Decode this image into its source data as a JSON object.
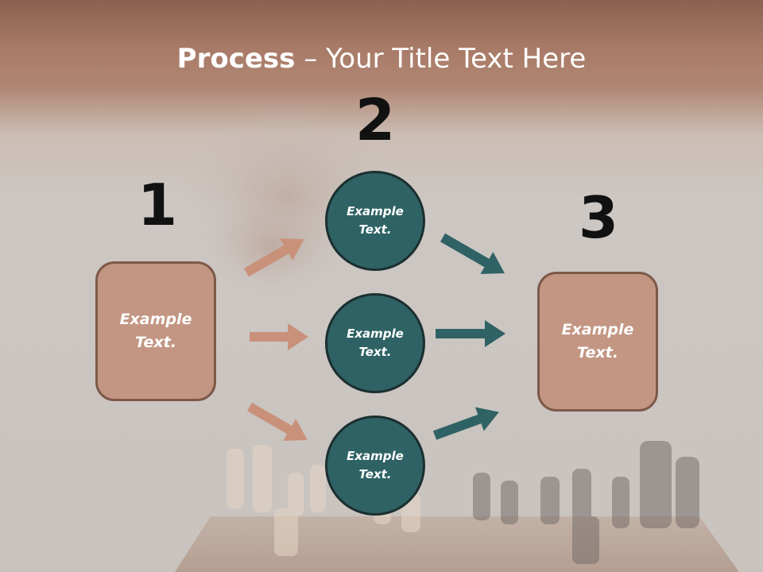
{
  "title": {
    "bold": "Process",
    "dash": " – ",
    "rest": "Your Title Text Here"
  },
  "steps": {
    "one": "1",
    "two": "2",
    "three": "3"
  },
  "left_box": {
    "text": "Example Text."
  },
  "right_box": {
    "text": "Example Text."
  },
  "circles": [
    {
      "text": "Example Text."
    },
    {
      "text": "Example Text."
    },
    {
      "text": "Example Text."
    }
  ],
  "colors": {
    "box_fill": "#c39683",
    "box_border": "#7d5849",
    "circle_fill": "#2f6264",
    "circle_border": "#1c2f30",
    "arrow_left": "#c9917a",
    "arrow_right": "#2f6264",
    "title_bar": "#a87a67"
  }
}
